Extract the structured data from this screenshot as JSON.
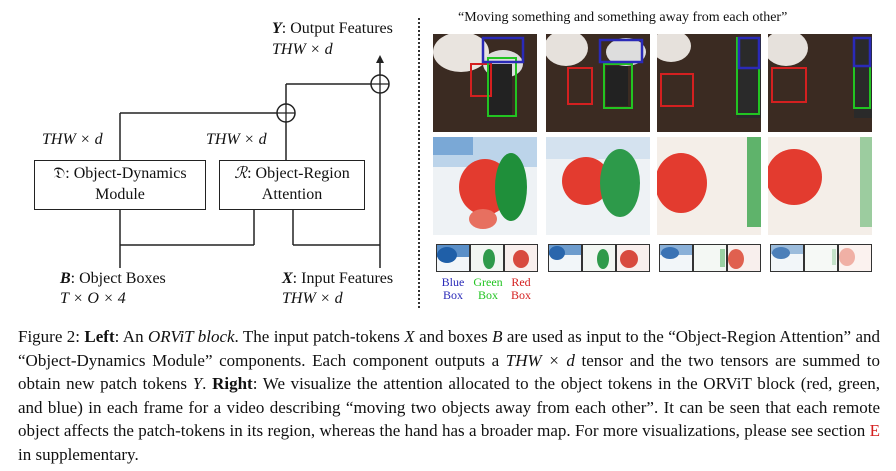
{
  "diagram": {
    "output_label": "Output Features",
    "output_sym": "Y",
    "output_shape": "THW × d",
    "left_shape": "THW × d",
    "mid_shape": "THW × d",
    "dyn_sym": "𝔇",
    "dyn_line1": ": Object-Dynamics",
    "dyn_line2": "Module",
    "reg_sym": "ℛ",
    "reg_line1": ": Object-Region",
    "reg_line2": "Attention",
    "boxes_sym": "B",
    "boxes_label": ": Object Boxes",
    "boxes_shape": "T × O × 4",
    "input_sym": "X",
    "input_label": ": Input Features",
    "input_shape": "THW × d"
  },
  "visual": {
    "title": "“Moving something and something away from each other”",
    "legend": {
      "blue": [
        "Blue",
        "Box"
      ],
      "green": [
        "Green",
        "Box"
      ],
      "red": [
        "Red",
        "Box"
      ]
    },
    "colors": {
      "blue": "#2a2ab8",
      "green": "#22c422",
      "red": "#d42020"
    }
  },
  "caption": {
    "prefix": "Figure 2: ",
    "left": "Left",
    "t1": ": An ",
    "block": "ORViT block",
    "t2": ". The input patch-tokens ",
    "X": "X",
    "t3": " and boxes ",
    "B": "B",
    "t4": " are used as input to the “Object-Region Attention” and “Object-Dynamics Module” components. Each component outputs a ",
    "shape": "THW × d",
    "t5": " tensor and the two tensors are summed to obtain new patch tokens ",
    "Y": "Y",
    "t6": ". ",
    "right": "Right",
    "t7": ": We visualize the attention allocated to the object tokens in the ORViT block (red, green, and blue) in each frame for a video describing “moving two objects away from each other”. It can be seen that each remote object affects the patch-tokens in its region, whereas the hand has a broader map. For more visualizations, please see section ",
    "section": "E",
    "t8": " in supplementary."
  }
}
